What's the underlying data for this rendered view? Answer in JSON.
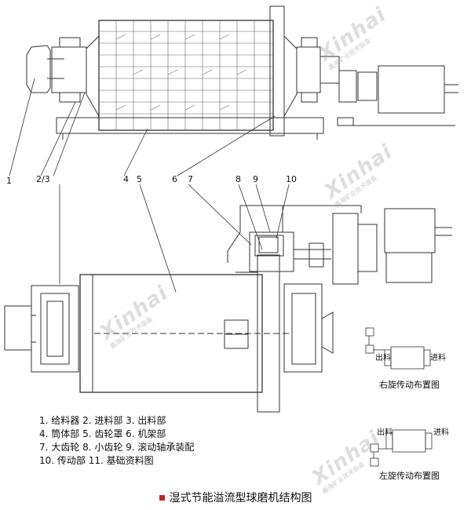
{
  "title": "湿式节能溢流型球磨机结构图",
  "accent_color": "#c0262d",
  "callouts": [
    "1",
    "2/3",
    "4",
    "5",
    "6",
    "7",
    "8",
    "9",
    "10"
  ],
  "legend": [
    "1. 给料器 2. 进料部 3. 出料部",
    "4. 筒体部 5. 齿轮罩 6. 机架部",
    "7. 大齿轮 8. 小齿轮 9. 滚动轴承装配",
    "10. 传动部 11. 基础资料图"
  ],
  "mini_diagrams": [
    {
      "caption": "右旋传动布置图",
      "left_label": "出料",
      "right_label": "进料"
    },
    {
      "caption": "左旋传动布置图",
      "left_label": "出料",
      "right_label": "进料"
    }
  ],
  "watermark": {
    "brand": "Xinhai",
    "tagline": "鑫海矿业技术装备"
  }
}
